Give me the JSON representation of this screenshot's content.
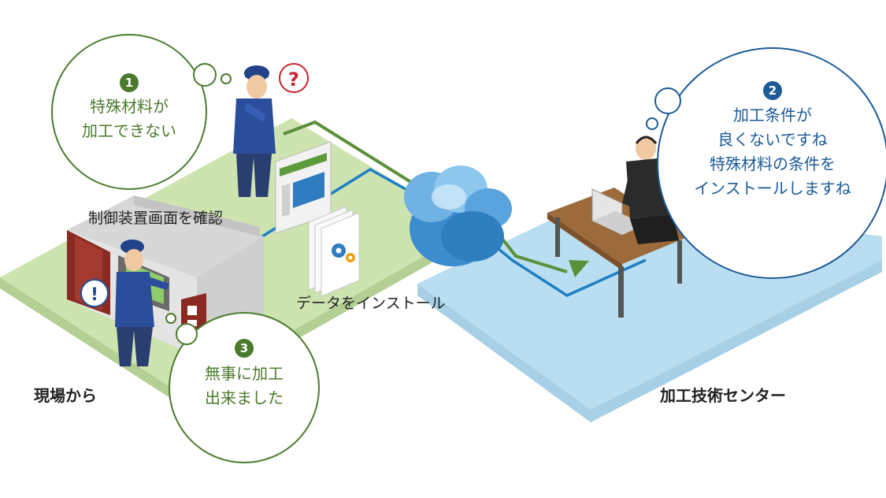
{
  "bubbles": [
    {
      "number": "1",
      "lines": [
        "特殊材料が",
        "加工できない"
      ],
      "color": "#4c7a2c"
    },
    {
      "number": "2",
      "lines": [
        "加工条件が",
        "良くないですね",
        "特殊材料の条件を",
        "インストールしますね"
      ],
      "color": "#1d5a97"
    },
    {
      "number": "3",
      "lines": [
        "無事に加工",
        "出来ました"
      ],
      "color": "#4c7a2c"
    }
  ],
  "labels": {
    "screen_check": "制御装置画面を確認",
    "install_data": "データをインストール",
    "site": "現場から",
    "center": "加工技術センター"
  },
  "icons": {
    "question": "?",
    "exclamation": "!"
  },
  "colors": {
    "green_line": "#5c8f3a",
    "blue_line": "#1f7fc4",
    "site_ground": "#cde4b0",
    "center_ground": "#b9def1",
    "green_text": "#4c7a2c",
    "blue_text": "#1d5a97"
  }
}
